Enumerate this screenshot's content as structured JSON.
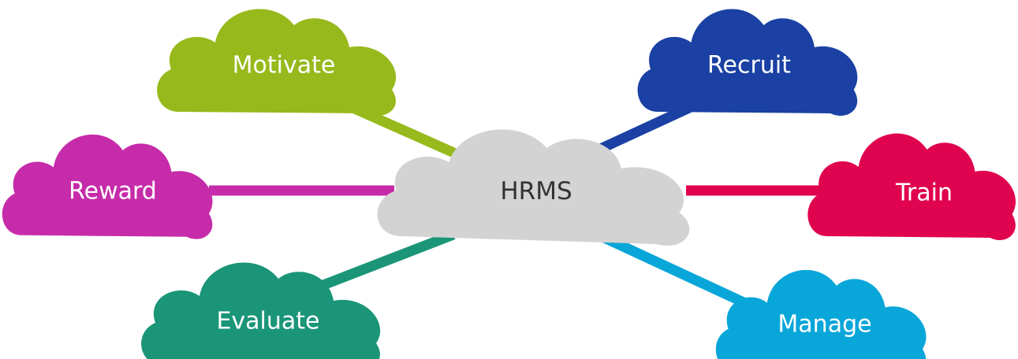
{
  "center": {
    "label": "HRMS",
    "color": "#d3d3d3"
  },
  "nodes": [
    {
      "id": "motivate",
      "label": "Motivate",
      "color": "#97b91b"
    },
    {
      "id": "recruit",
      "label": "Recruit",
      "color": "#1a41a3"
    },
    {
      "id": "reward",
      "label": "Reward",
      "color": "#c62ba9"
    },
    {
      "id": "train",
      "label": "Train",
      "color": "#e0034f"
    },
    {
      "id": "evaluate",
      "label": "Evaluate",
      "color": "#1b9578"
    },
    {
      "id": "manage",
      "label": "Manage",
      "color": "#09a6d9"
    }
  ]
}
